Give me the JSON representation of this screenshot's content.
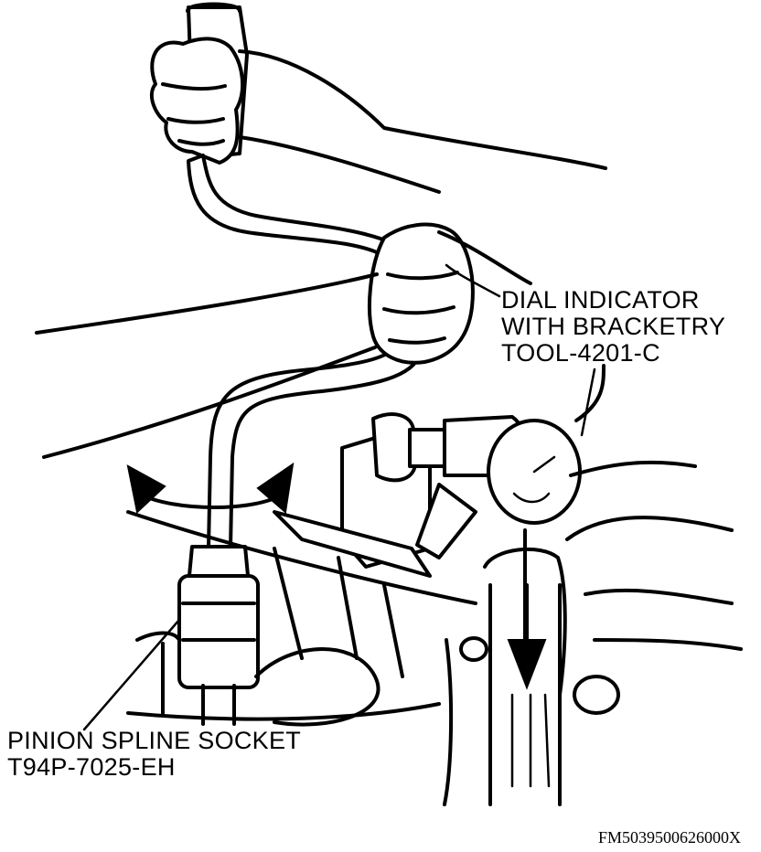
{
  "labels": {
    "dial_indicator": [
      "DIAL INDICATOR",
      "WITH BRACKETRY",
      "TOOL-4201-C"
    ],
    "pinion_socket": [
      "PINION SPLINE SOCKET",
      "T94P-7025-EH"
    ]
  },
  "figure_id": "FM5039500626000X"
}
